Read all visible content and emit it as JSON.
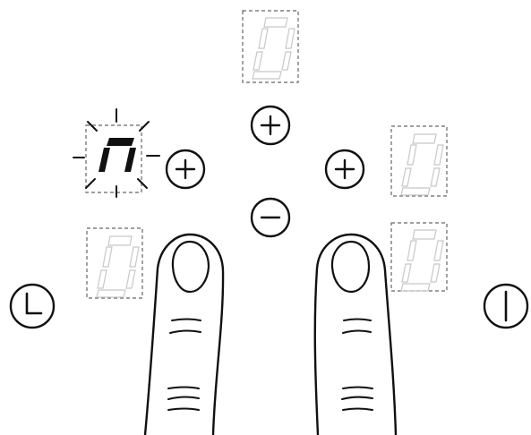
{
  "panel": {
    "zones": [
      {
        "id": "top-center",
        "digit": "0",
        "state": "off"
      },
      {
        "id": "left",
        "digit": "n",
        "state": "blinking"
      },
      {
        "id": "bottom-left",
        "digit": "0",
        "state": "off"
      },
      {
        "id": "right",
        "digit": "0",
        "state": "off"
      },
      {
        "id": "bottom-right",
        "digit": "0",
        "state": "off"
      }
    ],
    "buttons": [
      {
        "name": "plus-button-center",
        "icon": "plus-icon"
      },
      {
        "name": "minus-button-center",
        "icon": "minus-icon"
      },
      {
        "name": "plus-button-left",
        "icon": "plus-icon"
      },
      {
        "name": "plus-button-right",
        "icon": "plus-icon"
      },
      {
        "name": "timer-button",
        "icon": "timer-icon"
      },
      {
        "name": "power-button",
        "icon": "power-icon"
      }
    ],
    "gesture": {
      "fingers": 2,
      "action": "press-simultaneously"
    }
  },
  "colors": {
    "ink": "#111111",
    "segment_off": "#c8c8c8",
    "box_border": "#666666",
    "background": "#ffffff"
  }
}
